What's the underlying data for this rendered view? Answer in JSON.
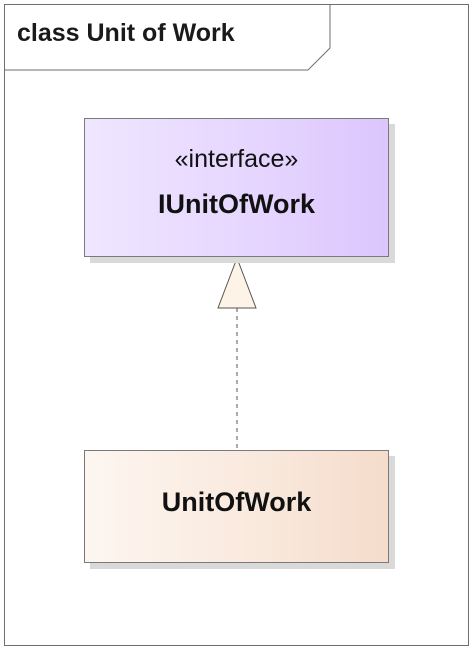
{
  "frame": {
    "title": "class Unit of Work"
  },
  "interface_class": {
    "stereotype": "«interface»",
    "name": "IUnitOfWork"
  },
  "implementation_class": {
    "name": "UnitOfWork"
  },
  "relationship": {
    "type": "realization"
  },
  "colors": {
    "interface_fill": "#e6d6ff",
    "implementation_fill": "#f9e8dc",
    "arrowhead_fill": "#fdf3e7",
    "border": "#7a7a7a"
  }
}
